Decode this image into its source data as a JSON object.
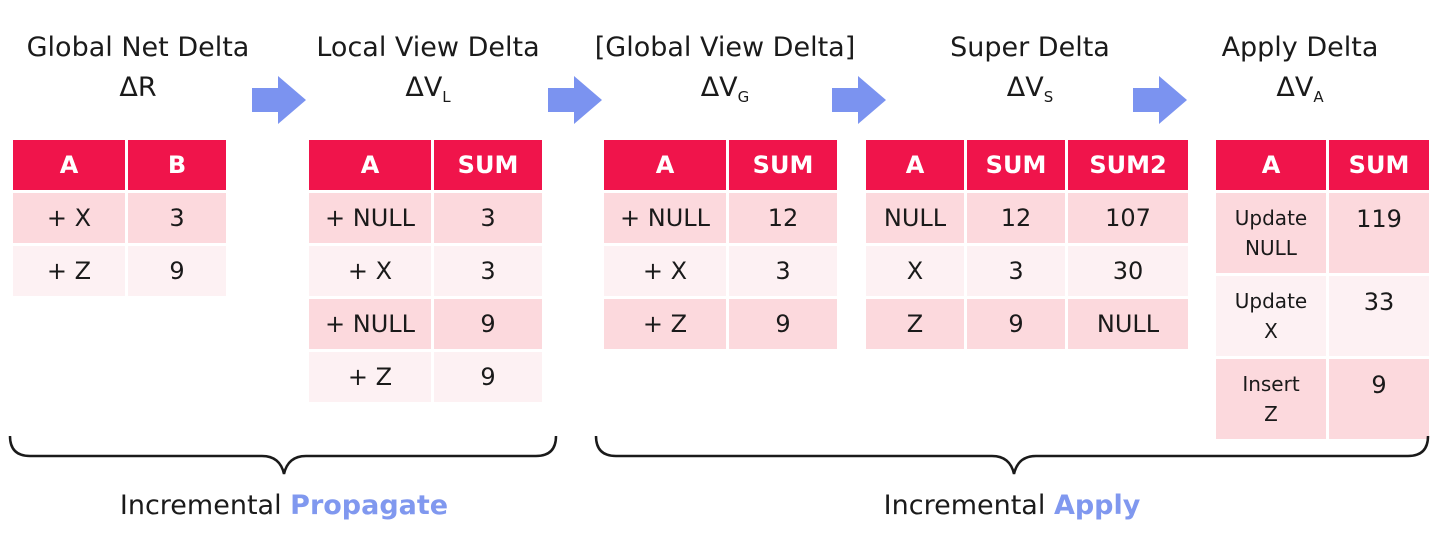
{
  "panels": [
    {
      "title": "Global Net Delta",
      "symbol": "ΔR",
      "subscript": "",
      "headers": [
        "A",
        "B"
      ],
      "rows": [
        [
          "+ X",
          "3"
        ],
        [
          "+ Z",
          "9"
        ]
      ]
    },
    {
      "title": "Local View Delta",
      "symbol": "ΔV",
      "subscript": "L",
      "headers": [
        "A",
        "SUM"
      ],
      "rows": [
        [
          "+ NULL",
          "3"
        ],
        [
          "+ X",
          "3"
        ],
        [
          "+ NULL",
          "9"
        ],
        [
          "+ Z",
          "9"
        ]
      ]
    },
    {
      "title": "[Global View Delta]",
      "symbol": "ΔV",
      "subscript": "G",
      "headers": [
        "A",
        "SUM"
      ],
      "rows": [
        [
          "+ NULL",
          "12"
        ],
        [
          "+ X",
          "3"
        ],
        [
          "+ Z",
          "9"
        ]
      ]
    },
    {
      "title": "Super Delta",
      "symbol": "ΔV",
      "subscript": "S",
      "headers": [
        "A",
        "SUM",
        "SUM2"
      ],
      "rows": [
        [
          "NULL",
          "12",
          "107"
        ],
        [
          "X",
          "3",
          "30"
        ],
        [
          "Z",
          "9",
          "NULL"
        ]
      ]
    },
    {
      "title": "Apply Delta",
      "symbol": "ΔV",
      "subscript": "A",
      "headers": [
        "A",
        "SUM"
      ],
      "rows": [
        [
          "Update\nNULL",
          "119"
        ],
        [
          "Update\nX",
          "33"
        ],
        [
          "Insert\nZ",
          "9"
        ]
      ]
    }
  ],
  "footer": {
    "propagate_prefix": "Incremental ",
    "propagate_word": "Propagate",
    "apply_prefix": "Incremental ",
    "apply_word": "Apply"
  },
  "colors": {
    "header": "#f0144b",
    "row_odd": "#fcd9dd",
    "row_even": "#fdf1f3",
    "arrow": "#7b93f0",
    "highlight": "#8098ef"
  }
}
